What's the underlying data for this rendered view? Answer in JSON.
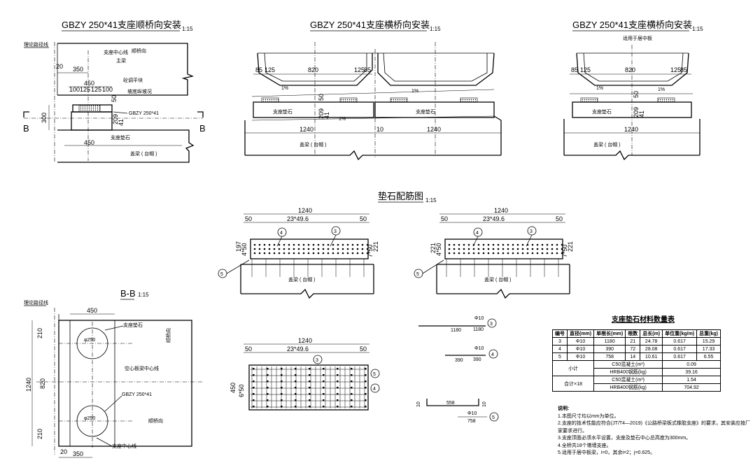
{
  "titles": {
    "longitudinal": "GBZY 250*41支座顺桥向安装",
    "transverse_a": "GBZY 250*41支座横桥向安装",
    "transverse_b": "GBZY 250*41支座横桥向安装",
    "rebar": "垫石配筋图",
    "section_bb": "B-B",
    "table": "支座垫石材料数量表"
  },
  "scale": "1:15",
  "labels": {
    "theory_line": "理论路径线",
    "bearing_center": "支座中心线",
    "main_girder": "主梁",
    "along_bridge": "顺桥向",
    "anchor_steel": "砼调平块",
    "side_slope": "坡底纵坡况",
    "bearing_type": "GBZY 250*41",
    "bearing_pad": "支座垫石",
    "cap_beam": "盖梁 ( 台帽 )",
    "B": "B",
    "slope_1pct": "1%",
    "applies_mid": "适用于居中板",
    "hollow_center": "空心板梁中心线",
    "pad_stone": "支座垫石",
    "dia250": "φ250"
  },
  "dims": {
    "d20": "20",
    "d350": "350",
    "d450": "450",
    "d100": "100",
    "d125": "125",
    "d300": "300",
    "d209": "209",
    "d41": "41",
    "d50": "50",
    "d85": "85",
    "d820": "820",
    "d1240": "1240",
    "d10": "10",
    "d23x49": "23*49.6",
    "d197": "197",
    "d4x50": "4*50",
    "d221": "221",
    "d7x50": "7*50",
    "d210": "210",
    "d6x50": "6*50",
    "d1180": "1180",
    "d390": "390",
    "d558": "558",
    "d758": "758",
    "d10r": "10",
    "phi10": "Φ10"
  },
  "callouts": [
    "3",
    "4",
    "5"
  ],
  "table": {
    "headers": [
      "编号",
      "直径(mm)",
      "单根长(mm)",
      "根数",
      "总长(m)",
      "单位重(kg/m)",
      "总重(kg)"
    ],
    "rows": [
      [
        "3",
        "Φ10",
        "1180",
        "21",
        "24.78",
        "0.617",
        "15.29"
      ],
      [
        "4",
        "Φ10",
        "390",
        "72",
        "28.08",
        "0.617",
        "17.33"
      ],
      [
        "5",
        "Φ10",
        "758",
        "14",
        "10.61",
        "0.617",
        "6.55"
      ]
    ],
    "subtotal_label": "小计",
    "total_label": "合计×18",
    "c50": "C50混凝土(m³)",
    "hrb": "HRB400钢筋(kg)",
    "subtotal_c50": "0.09",
    "subtotal_hrb": "39.16",
    "total_c50": "1.54",
    "total_hrb": "704.92"
  },
  "notes": [
    "说明:",
    "1.本图尺寸均以mm为单位。",
    "2.支座的技术性能应符合(JT/T4—2019)《公路桥梁板式橡胶支座》的要求，其安装应按厂",
    "  家要求进行。",
    "3.支座顶面必须水平设置，支座及垫石中心总高度为300mm。",
    "4.全桥共18个墩墙支座。",
    "5.适用于居中板梁，i=0，其余i=2；j=0.625。"
  ]
}
